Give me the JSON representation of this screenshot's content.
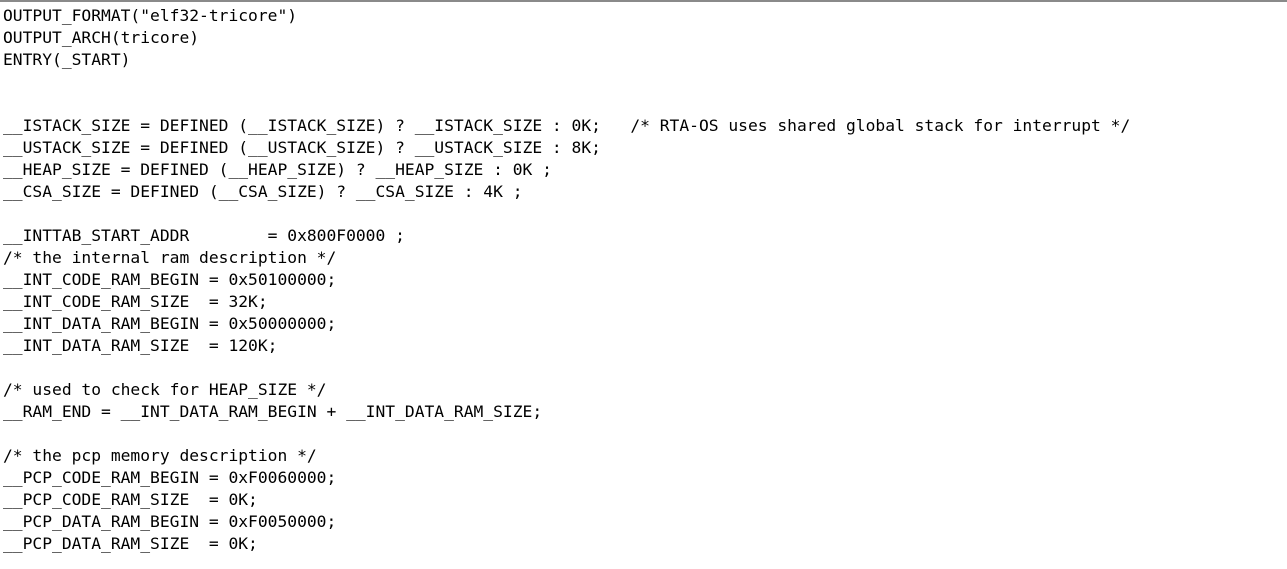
{
  "editor": {
    "lines": [
      "OUTPUT_FORMAT(\"elf32-tricore\")",
      "OUTPUT_ARCH(tricore)",
      "ENTRY(_START)",
      "",
      "",
      "__ISTACK_SIZE = DEFINED (__ISTACK_SIZE) ? __ISTACK_SIZE : 0K;   /* RTA-OS uses shared global stack for interrupt */",
      "__USTACK_SIZE = DEFINED (__USTACK_SIZE) ? __USTACK_SIZE : 8K;",
      "__HEAP_SIZE = DEFINED (__HEAP_SIZE) ? __HEAP_SIZE : 0K ;",
      "__CSA_SIZE = DEFINED (__CSA_SIZE) ? __CSA_SIZE : 4K ;",
      "",
      "__INTTAB_START_ADDR        = 0x800F0000 ;",
      "/* the internal ram description */",
      "__INT_CODE_RAM_BEGIN = 0x50100000;",
      "__INT_CODE_RAM_SIZE  = 32K;",
      "__INT_DATA_RAM_BEGIN = 0x50000000;",
      "__INT_DATA_RAM_SIZE  = 120K;",
      "",
      "/* used to check for HEAP_SIZE */",
      "__RAM_END = __INT_DATA_RAM_BEGIN + __INT_DATA_RAM_SIZE;",
      "",
      "/* the pcp memory description */",
      "__PCP_CODE_RAM_BEGIN = 0xF0060000;",
      "__PCP_CODE_RAM_SIZE  = 0K;",
      "__PCP_DATA_RAM_BEGIN = 0xF0050000;",
      "__PCP_DATA_RAM_SIZE  = 0K;"
    ]
  }
}
